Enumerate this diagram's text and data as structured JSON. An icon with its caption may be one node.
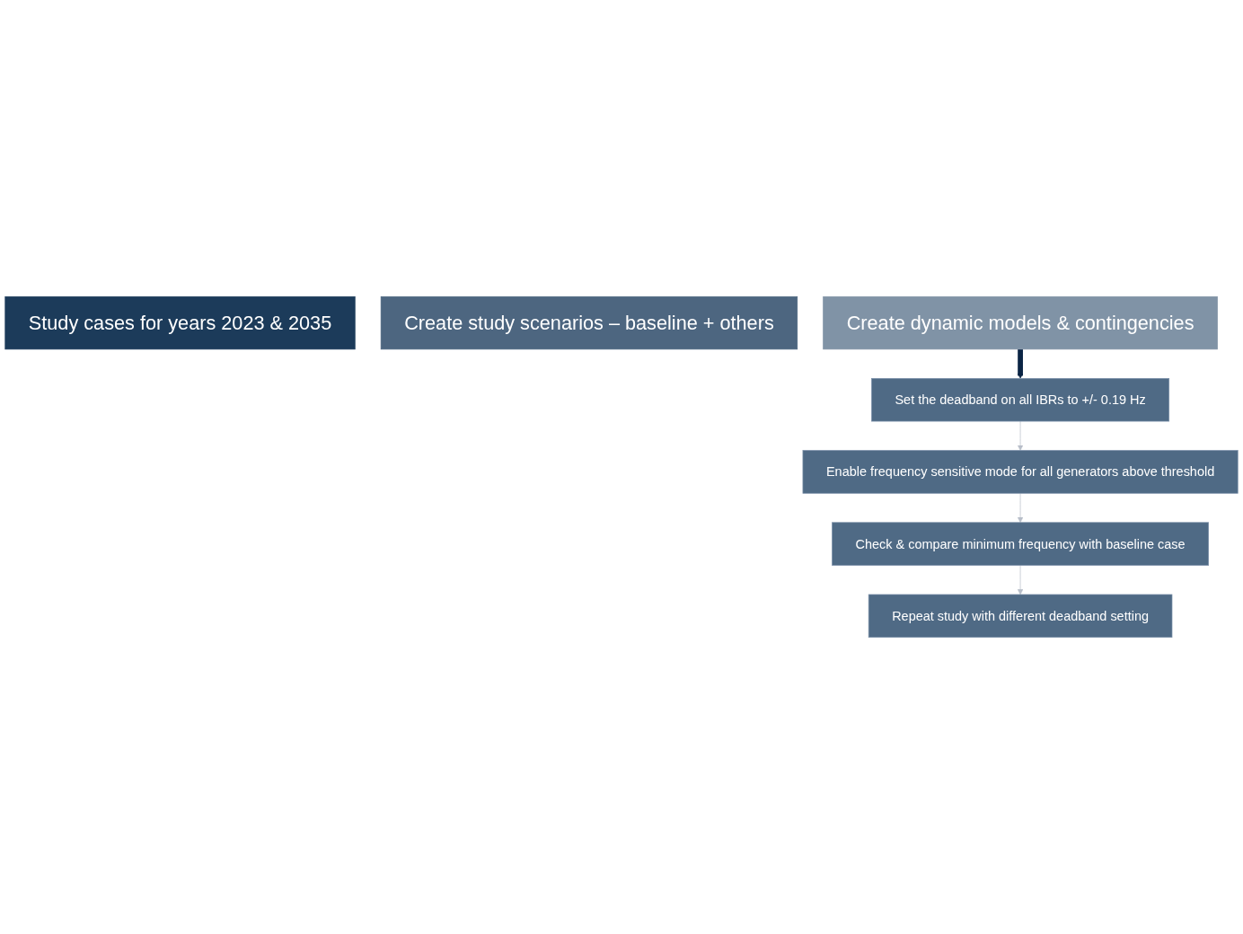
{
  "diagram": {
    "nodes": [
      {
        "text": [
          "Study cases for years 2023 & 2035"
        ]
      },
      {
        "text": [
          "Create study scenarios – baseline + others"
        ]
      },
      {
        "text": [
          "Create dynamic models & contingencies"
        ]
      },
      {
        "text": [
          "Set the deadband on all IBRs to +/- 0.19 Hz"
        ]
      },
      {
        "text": [
          "Enable frequency sensitive mode for all generators above threshold"
        ]
      },
      {
        "text": [
          "Check & compare minimum frequency with baseline case"
        ]
      },
      {
        "text": [
          "Repeat study with different deadband setting"
        ]
      }
    ],
    "edges": [
      {
        "from": 2,
        "to": 3,
        "arrow": "to",
        "style": "thick",
        "color": "#0b2545"
      },
      {
        "from": 3,
        "to": 4,
        "arrow": "to"
      },
      {
        "from": 4,
        "to": 5,
        "arrow": "to"
      },
      {
        "from": 5,
        "to": 6,
        "arrow": "to"
      }
    ]
  }
}
